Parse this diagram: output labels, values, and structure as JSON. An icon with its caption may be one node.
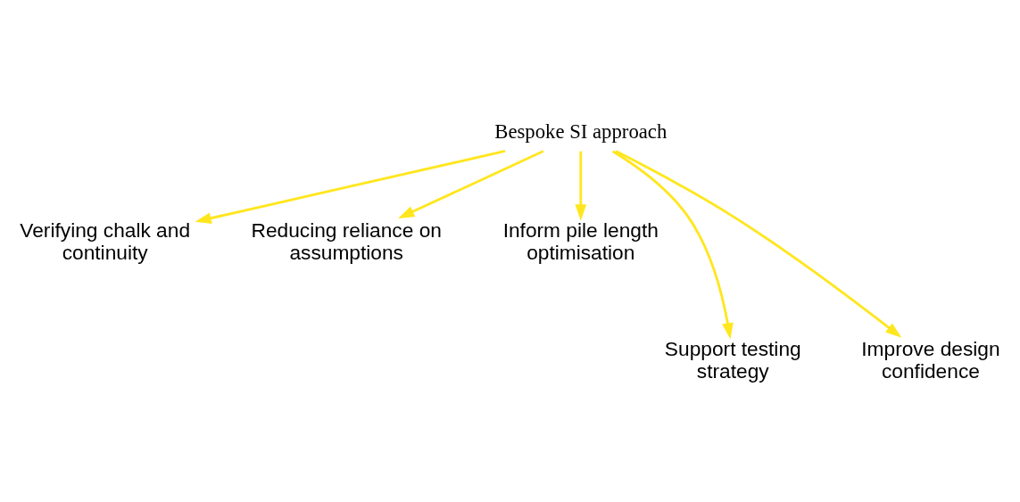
{
  "diagram": {
    "nodes": [
      {
        "text": [
          "Bespoke SI approach"
        ]
      },
      {
        "text": [
          "Verifying chalk and continuity"
        ]
      },
      {
        "text": [
          "Reducing reliance on assumptions"
        ]
      },
      {
        "text": [
          "Inform pile length optimisation"
        ]
      },
      {
        "text": [
          "Support testing strategy"
        ]
      },
      {
        "text": [
          "Improve design confidence"
        ]
      }
    ],
    "edges": [
      {
        "from": 0,
        "to": 1,
        "arrow": "to"
      },
      {
        "from": 0,
        "to": 4,
        "arrow": "to"
      },
      {
        "from": 0,
        "to": 2,
        "arrow": "to"
      },
      {
        "from": 0,
        "to": 5,
        "arrow": "to"
      },
      {
        "from": 0,
        "to": 3,
        "arrow": "to"
      }
    ]
  }
}
